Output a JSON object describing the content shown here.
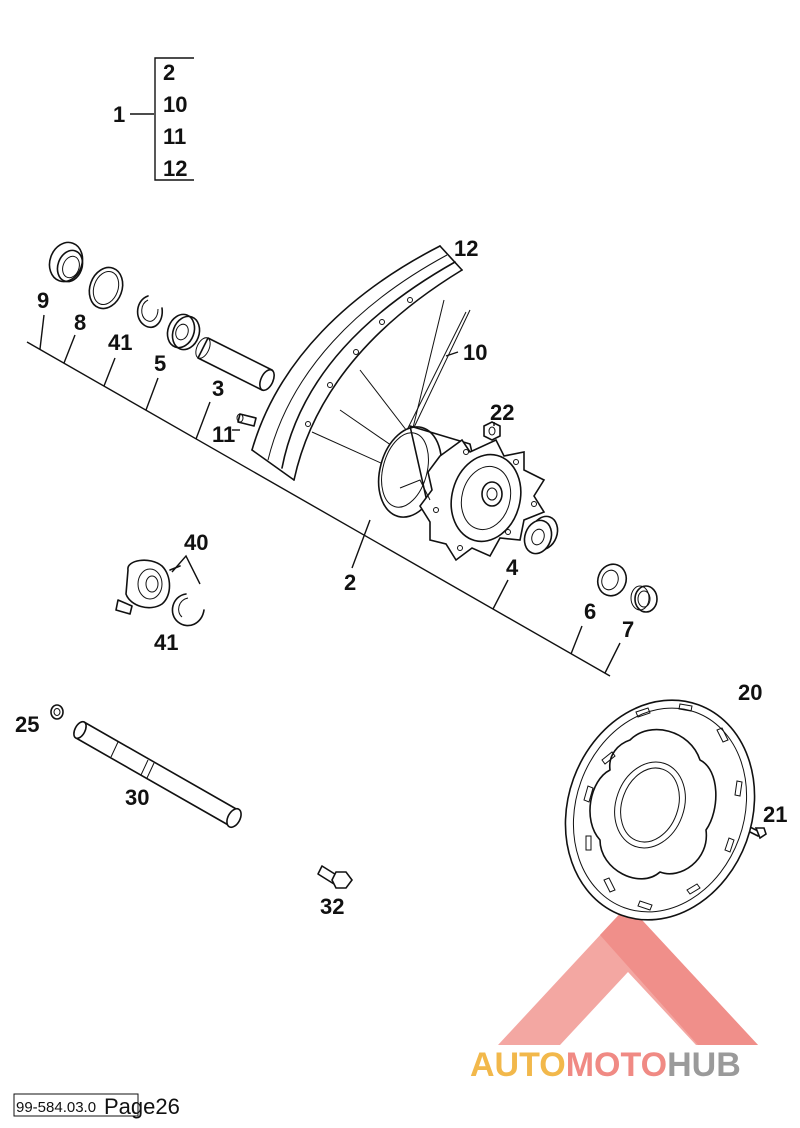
{
  "group": {
    "parent": "1",
    "children": [
      "2",
      "10",
      "11",
      "12"
    ]
  },
  "labels": {
    "p12": "12",
    "p10": "10",
    "p22": "22",
    "p9": "9",
    "p8": "8",
    "p41a": "41",
    "p5": "5",
    "p3": "3",
    "p11": "11",
    "p2": "2",
    "p4": "4",
    "p40": "40",
    "p41b": "41",
    "p6": "6",
    "p7": "7",
    "p20": "20",
    "p25": "25",
    "p30": "30",
    "p21": "21",
    "p32": "32"
  },
  "watermark": {
    "part1": "AUTO",
    "part2": "MOTO",
    "part3": "HUB",
    "color1": "#f2b84b",
    "color2": "#f08a84",
    "color3": "#9a9a9a"
  },
  "footer": {
    "doc_number": "99-584.03.0",
    "page": "Page26"
  }
}
